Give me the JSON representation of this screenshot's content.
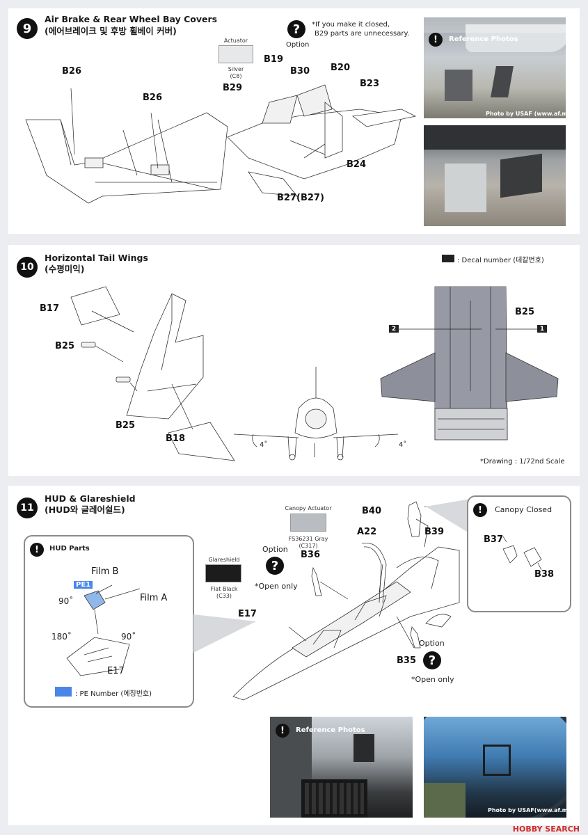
{
  "step9": {
    "number": "9",
    "title": "Air Brake & Rear Wheel Bay Covers",
    "title_ko": "(에어브레이크 및 후방 휠베이 커버)",
    "option_note_1": "*If you make it closed,",
    "option_note_2": "B29 parts are unnecessary.",
    "option_label": "Option",
    "actuator": {
      "label": "Actuator",
      "color_name": "Silver",
      "color_code": "(C8)",
      "hex": "#e6e8ea"
    },
    "parts": {
      "b26_a": "B26",
      "b26_b": "B26",
      "b19": "B19",
      "b29": "B29",
      "b30": "B30",
      "b20": "B20",
      "b23": "B23",
      "b24": "B24",
      "b27": "B27(B27)"
    },
    "photo1": {
      "banner": "Reference Photos",
      "caption": "Photo by USAF (www.af.mil)"
    },
    "photo2": {
      "caption": ""
    }
  },
  "step10": {
    "number": "10",
    "title": "Horizontal Tail Wings",
    "title_ko": "(수평미익)",
    "decal_legend": ": Decal number (데칼번호)",
    "parts": {
      "b17": "B17",
      "b25_a": "B25",
      "b25_b": "B25",
      "b18": "B18",
      "b25_c": "B25"
    },
    "decal_1": "1",
    "decal_2": "2",
    "angle_left": "4˚",
    "angle_right": "4˚",
    "scale_note": "*Drawing : 1/72nd Scale"
  },
  "step11": {
    "number": "11",
    "title": "HUD & Glareshield",
    "title_ko": "(HUD와 글레어쉴드)",
    "hud_box": {
      "title": "HUD Parts",
      "film_b": "Film B",
      "film_a": "Film A",
      "pe1": "PE1",
      "angle_90_top": "90˚",
      "angle_180": "180˚",
      "angle_90_right": "90˚",
      "e17": "E17",
      "pe_legend": ": PE Number (에칭번호)",
      "pe_color": "#4a86e8"
    },
    "glareshield": {
      "label": "Glareshield",
      "color_name": "Flat Black",
      "color_code": "(C33)",
      "hex": "#1c1c1c"
    },
    "canopy_actuator": {
      "label": "Canopy Actuator",
      "color_name": "FS36231 Gray",
      "color_code": "(C317)",
      "hex": "#b9bdc2"
    },
    "option_top": {
      "label": "Option",
      "note": "*Open only",
      "part": "B36"
    },
    "option_bottom": {
      "label": "Option",
      "note": "*Open only",
      "part": "B35"
    },
    "parts": {
      "e17": "E17",
      "a22": "A22",
      "b40": "B40",
      "b39": "B39"
    },
    "canopy_closed": {
      "title": "Canopy Closed",
      "b37": "B37",
      "b38": "B38"
    },
    "photo1": {
      "banner": "Reference Photos",
      "caption": ""
    },
    "photo2": {
      "caption": "Photo by USAF(www.af.mil)"
    }
  },
  "footer": {
    "watermark": "HOBBY SEARCH"
  }
}
